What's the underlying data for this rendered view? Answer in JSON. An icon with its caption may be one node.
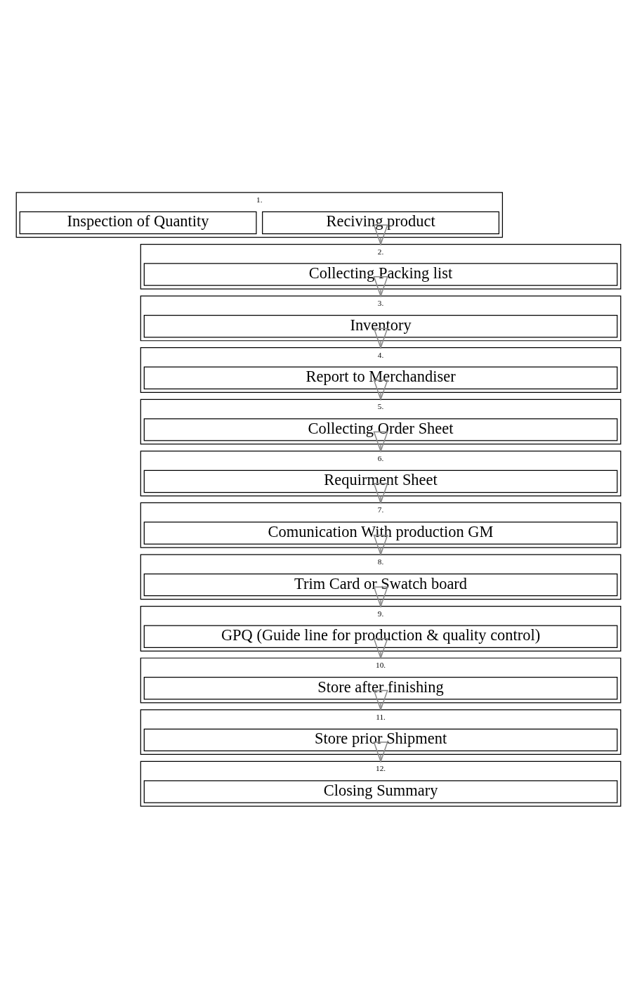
{
  "diagram": {
    "nodes": [
      {
        "text": [
          "1."
        ]
      },
      {
        "text": [
          "Reciving product"
        ],
        "in": 0
      },
      {
        "text": [
          "Inspection of Quantity"
        ],
        "in": 0
      },
      {
        "text": [
          "2."
        ]
      },
      {
        "text": [
          "Collecting Packing list"
        ],
        "in": 3
      },
      {
        "text": [
          "3."
        ]
      },
      {
        "text": [
          "Inventory"
        ],
        "in": 5
      },
      {
        "text": [
          "4."
        ]
      },
      {
        "text": [
          "Report to Merchandiser"
        ],
        "in": 7
      },
      {
        "text": [
          "5."
        ]
      },
      {
        "text": [
          "Collecting Order Sheet"
        ],
        "in": 9
      },
      {
        "text": [
          "6."
        ]
      },
      {
        "text": [
          "Requirment Sheet"
        ],
        "in": 11
      },
      {
        "text": [
          "7."
        ]
      },
      {
        "text": [
          "Comunication With production GM"
        ],
        "in": 13
      },
      {
        "text": [
          "8."
        ]
      },
      {
        "text": [
          "Trim Card or Swatch board"
        ],
        "in": 15
      },
      {
        "text": [
          "9."
        ]
      },
      {
        "text": [
          "GPQ (Guide line for production & quality control)"
        ],
        "in": 17
      },
      {
        "text": [
          "10."
        ]
      },
      {
        "text": [
          "Store after finishing"
        ],
        "in": 19
      },
      {
        "text": [
          "11."
        ]
      },
      {
        "text": [
          "Store prior Shipment"
        ],
        "in": 21
      },
      {
        "text": [
          "12."
        ]
      },
      {
        "text": [
          "Closing Summary"
        ],
        "in": 23
      }
    ],
    "edges": [
      {
        "from": 0,
        "to": 3,
        "arrow": "to"
      },
      {
        "from": 3,
        "to": 5,
        "arrow": "to"
      },
      {
        "from": 5,
        "to": 7,
        "arrow": "to"
      },
      {
        "from": 7,
        "to": 9,
        "arrow": "to"
      },
      {
        "from": 9,
        "to": 11,
        "arrow": "to"
      },
      {
        "from": 11,
        "to": 13,
        "arrow": "to"
      },
      {
        "from": 13,
        "to": 15,
        "arrow": "to"
      },
      {
        "from": 15,
        "to": 17,
        "arrow": "to"
      },
      {
        "from": 17,
        "to": 19,
        "arrow": "to"
      },
      {
        "from": 19,
        "to": 21,
        "arrow": "to"
      },
      {
        "from": 21,
        "to": 23,
        "arrow": "to"
      }
    ]
  }
}
